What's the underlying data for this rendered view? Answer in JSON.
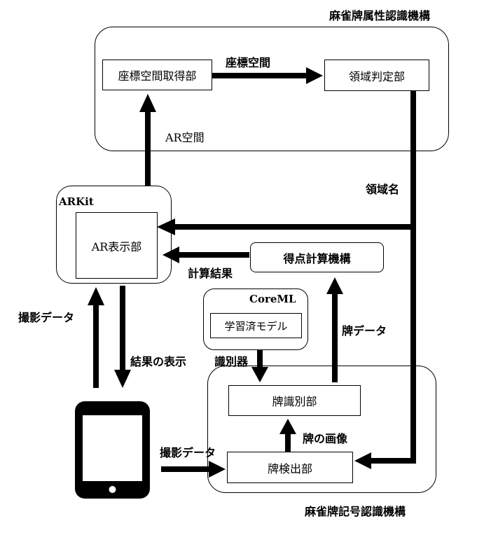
{
  "groups": {
    "attr_title": "麻雀牌属性認識機構",
    "symbol_title": "麻雀牌記号認識機構",
    "arkit_title": "ARKit",
    "coreml_title": "CoreML"
  },
  "boxes": {
    "coord_acquire": "座標空間取得部",
    "region_judge": "領域判定部",
    "ar_display": "AR表示部",
    "score_calc": "得点計算機構",
    "trained_model": "学習済モデル",
    "tile_identify": "牌識別部",
    "tile_detect": "牌検出部"
  },
  "labels": {
    "coord_space": "座標空間",
    "ar_space": "AR空間",
    "region_name": "領域名",
    "calc_result": "計算結果",
    "capture_data_left": "撮影データ",
    "show_result": "結果の表示",
    "classifier": "識別器",
    "tile_data": "牌データ",
    "tile_image": "牌の画像",
    "capture_data_bottom": "撮影データ"
  },
  "icons": {
    "device": "smartphone-icon"
  }
}
